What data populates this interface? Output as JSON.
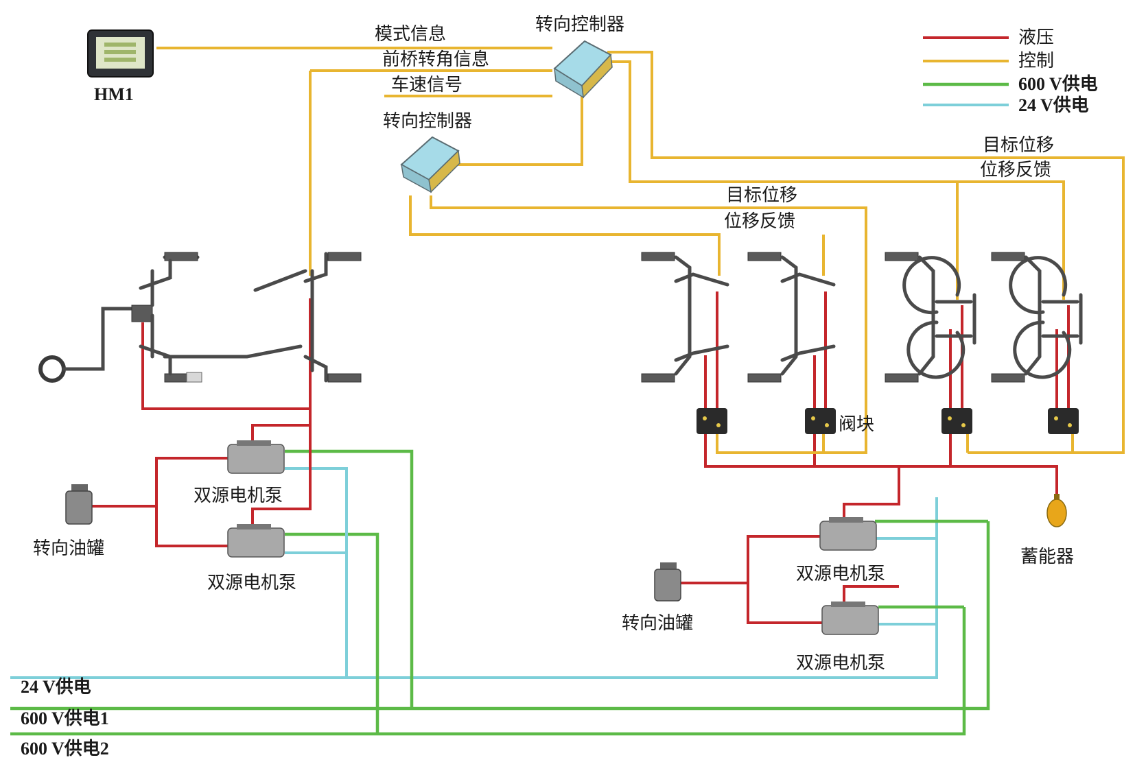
{
  "legend": {
    "hydraulic": "液压",
    "control": "控制",
    "power600": "600 V供电",
    "power24": "24 V供电"
  },
  "colors": {
    "hydraulic": "#c4262b",
    "control": "#e8b530",
    "power600": "#5cba47",
    "power24": "#7dcfd9"
  },
  "labels": {
    "hmi": "HM1",
    "mode_info": "模式信息",
    "front_axle_angle": "前桥转角信息",
    "speed_signal": "车速信号",
    "steering_controller_1": "转向控制器",
    "steering_controller_2": "转向控制器",
    "target_disp_1": "目标位移",
    "disp_feedback_1": "位移反馈",
    "target_disp_2": "目标位移",
    "disp_feedback_2": "位移反馈",
    "valve_block": "阀块",
    "accumulator": "蓄能器",
    "oil_tank_left": "转向油罐",
    "oil_tank_right": "转向油罐",
    "motor_pump_1": "双源电机泵",
    "motor_pump_2": "双源电机泵",
    "motor_pump_3": "双源电机泵",
    "motor_pump_4": "双源电机泵",
    "bus_24v": "24 V供电",
    "bus_600v_1": "600 V供电1",
    "bus_600v_2": "600 V供电2"
  }
}
